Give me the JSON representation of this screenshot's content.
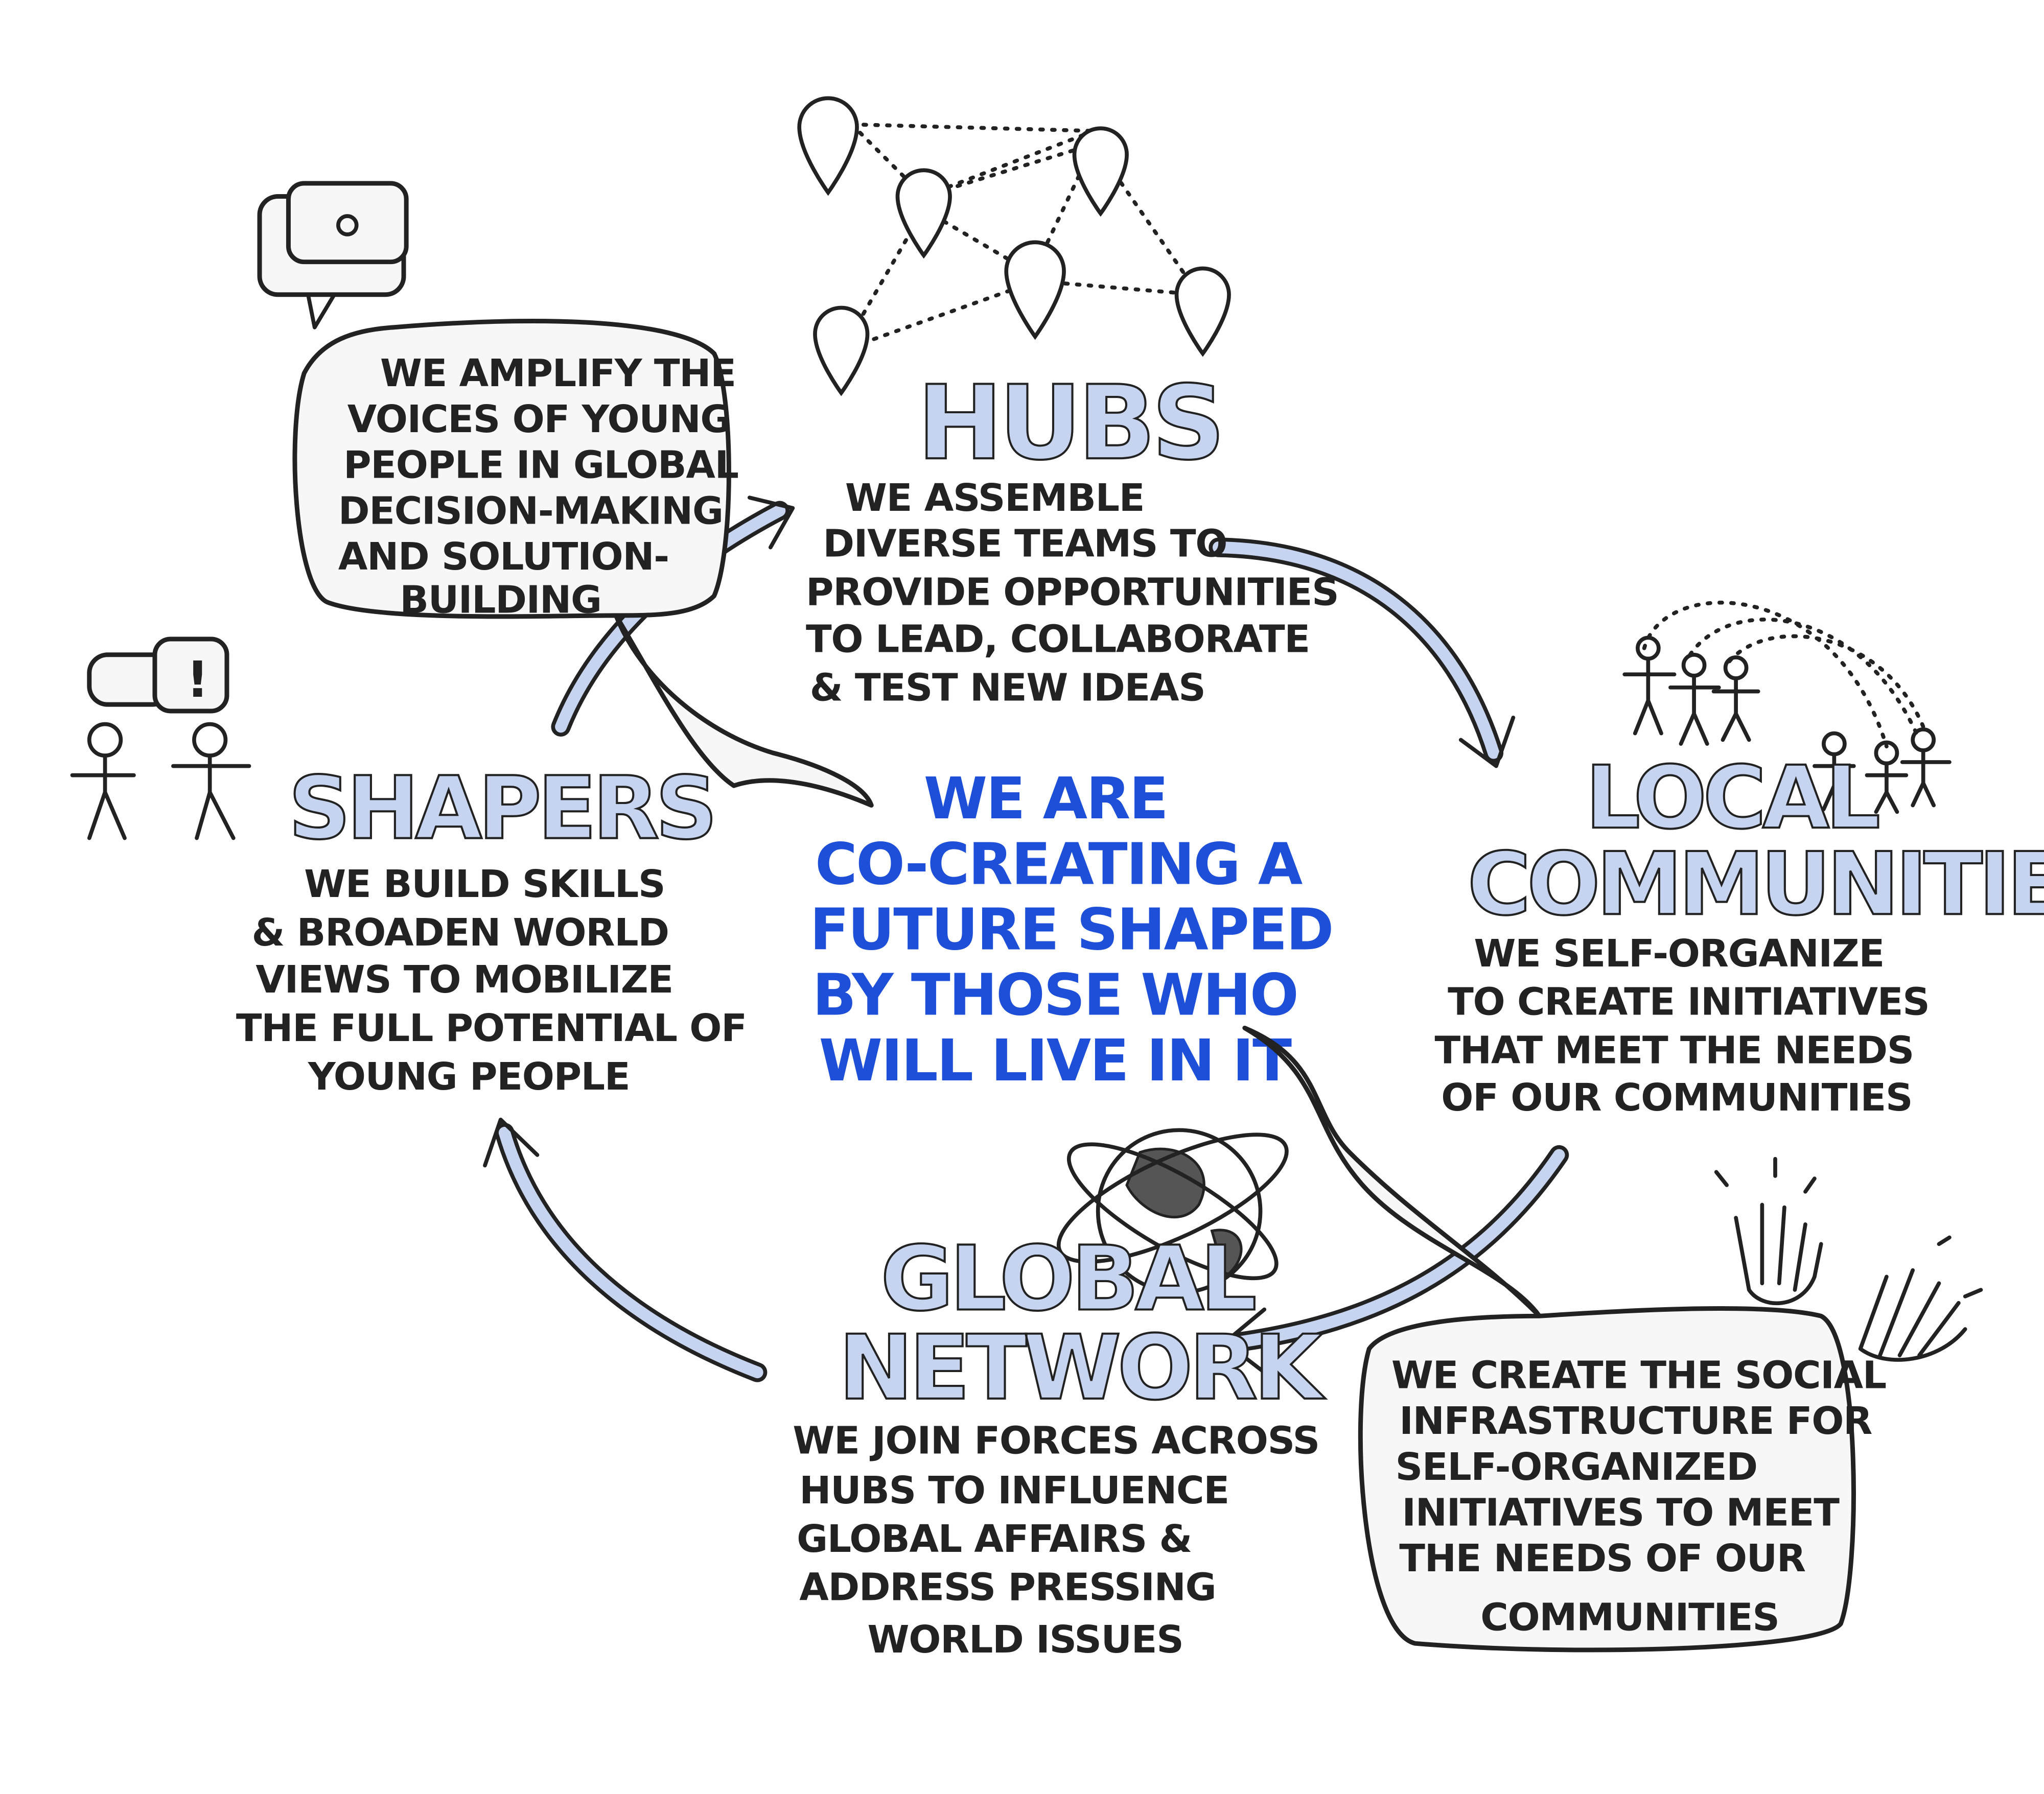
{
  "colors": {
    "accent_light": "#c6d4f0",
    "center_text": "#1e4fd8",
    "ink": "#222222"
  },
  "voices_bubble": {
    "lines": [
      "WE AMPLIFY THE",
      "VOICES OF YOUNG",
      "PEOPLE IN GLOBAL",
      "DECISION-MAKING",
      "AND SOLUTION-",
      "BUILDING"
    ]
  },
  "hubs": {
    "title": "HUBS",
    "lines": [
      "WE ASSEMBLE",
      "DIVERSE TEAMS TO",
      "PROVIDE OPPORTUNITIES",
      "TO LEAD, COLLABORATE",
      "& TEST NEW IDEAS"
    ]
  },
  "local": {
    "title_1": "LOCAL",
    "title_2": "COMMUNITIES",
    "lines": [
      "WE SELF-ORGANIZE",
      "TO CREATE INITIATIVES",
      "THAT MEET THE NEEDS",
      "OF OUR COMMUNITIES"
    ]
  },
  "shapers": {
    "title": "SHAPERS",
    "lines": [
      "WE BUILD SKILLS",
      "& BROADEN WORLD",
      "VIEWS TO MOBILIZE",
      "THE FULL POTENTIAL OF",
      "YOUNG PEOPLE"
    ]
  },
  "center": {
    "lines": [
      "WE ARE",
      "CO-CREATING A",
      "FUTURE SHAPED",
      "BY THOSE WHO",
      "WILL LIVE IN IT"
    ]
  },
  "global": {
    "title_1": "GLOBAL",
    "title_2": "NETWORK",
    "lines": [
      "WE JOIN FORCES ACROSS",
      "HUBS TO INFLUENCE",
      "GLOBAL AFFAIRS &",
      "ADDRESS PRESSING",
      "WORLD ISSUES"
    ]
  },
  "social_bubble": {
    "lines": [
      "WE CREATE THE SOCIAL",
      "INFRASTRUCTURE FOR",
      "SELF-ORGANIZED",
      "INITIATIVES TO MEET",
      "THE NEEDS OF OUR",
      "COMMUNITIES"
    ]
  }
}
